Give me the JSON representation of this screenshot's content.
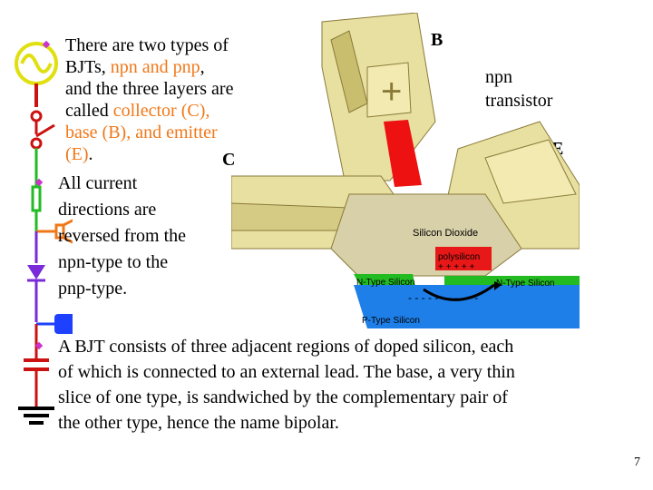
{
  "bullets": [
    {
      "parts": [
        {
          "text": "There are two types of",
          "hl": false
        },
        {
          "text": "BJTs, ",
          "hl": false
        },
        {
          "text": "npn and pnp",
          "hl": true
        },
        {
          "text": ",",
          "hl": false
        },
        {
          "text": "and the three layers are",
          "hl": false
        },
        {
          "text": "called ",
          "hl": false
        },
        {
          "text": "collector (C),",
          "hl": true
        },
        {
          "text": "base (B), and emitter",
          "hl": true
        },
        {
          "text": "(E)",
          "hl": true
        },
        {
          "text": ".",
          "hl": false
        }
      ]
    },
    {
      "lines": [
        "All current",
        "directions are",
        "reversed from the",
        "npn-type to the",
        "pnp-type."
      ]
    },
    {
      "lines": [
        "A BJT consists of three adjacent regions of doped silicon, each",
        "of which is connected to an external lead.  The base, a very thin",
        "slice of one type, is sandwiched by the complementary pair of",
        "the other type, hence the name bipolar."
      ]
    }
  ],
  "labels": {
    "c": "C",
    "b": "B",
    "e": "E",
    "npn_line1": "npn",
    "npn_line2": "transistor"
  },
  "diagram": {
    "silicon_dioxide": "Silicon Dioxide",
    "polysilicon": "polysilicon",
    "poly_charges": "+ + + + +",
    "n_type_left": "N-Type Silicon",
    "n_type_right": "N-Type Silicon",
    "p_type": "P-Type Silicon",
    "plus_sign": "+",
    "electrons": "- - - - - - - - - - -"
  },
  "slide_number": "7",
  "colors": {
    "highlight": "#f07818",
    "bullet": "#cc33cc",
    "beige": "#e8e0a0",
    "red": "#ee1111",
    "green": "#22bb22",
    "blue": "#1e7fe8"
  },
  "rail_icons": [
    "ac-source-icon",
    "switch-icon",
    "resistor-icon",
    "speaker-icon",
    "diode-icon",
    "battery-icon",
    "capacitor-icon",
    "ground-icon"
  ]
}
